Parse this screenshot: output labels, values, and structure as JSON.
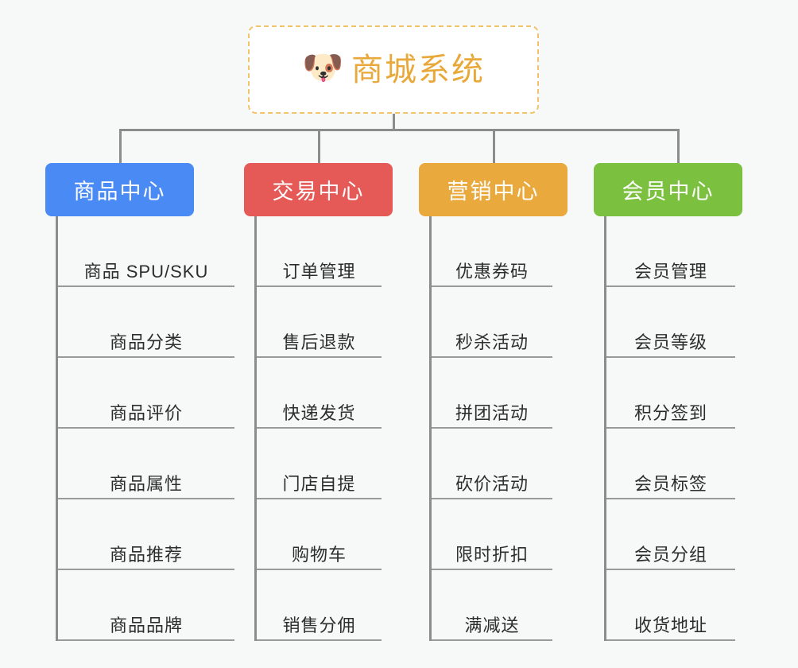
{
  "page": {
    "background_color": "#f7f8f8",
    "connector_color": "#8c8c8c"
  },
  "root": {
    "title": "商城系统",
    "emoji": "🐶",
    "emoji_name": "shiba-dog-emoji",
    "text_color": "#e8a93a",
    "border_color": "#f3c36b",
    "background_color": "#ffffff"
  },
  "columns": [
    {
      "title": "商品中心",
      "color": "#4a8af4",
      "items": [
        "商品 SPU/SKU",
        "商品分类",
        "商品评价",
        "商品属性",
        "商品推荐",
        "商品品牌"
      ]
    },
    {
      "title": "交易中心",
      "color": "#e55a57",
      "items": [
        "订单管理",
        "售后退款",
        "快递发货",
        "门店自提",
        "购物车",
        "销售分佣"
      ]
    },
    {
      "title": "营销中心",
      "color": "#eaa93c",
      "items": [
        "优惠券码",
        "秒杀活动",
        "拼团活动",
        "砍价活动",
        "限时折扣",
        "满减送"
      ]
    },
    {
      "title": "会员中心",
      "color": "#7cc040",
      "items": [
        "会员管理",
        "会员等级",
        "积分签到",
        "会员标签",
        "会员分组",
        "收货地址"
      ]
    }
  ],
  "layout": {
    "column_left": [
      57,
      307,
      527,
      747
    ],
    "header_width": [
      187,
      187,
      187,
      187
    ],
    "item_width": [
      222,
      157,
      152,
      162
    ]
  }
}
